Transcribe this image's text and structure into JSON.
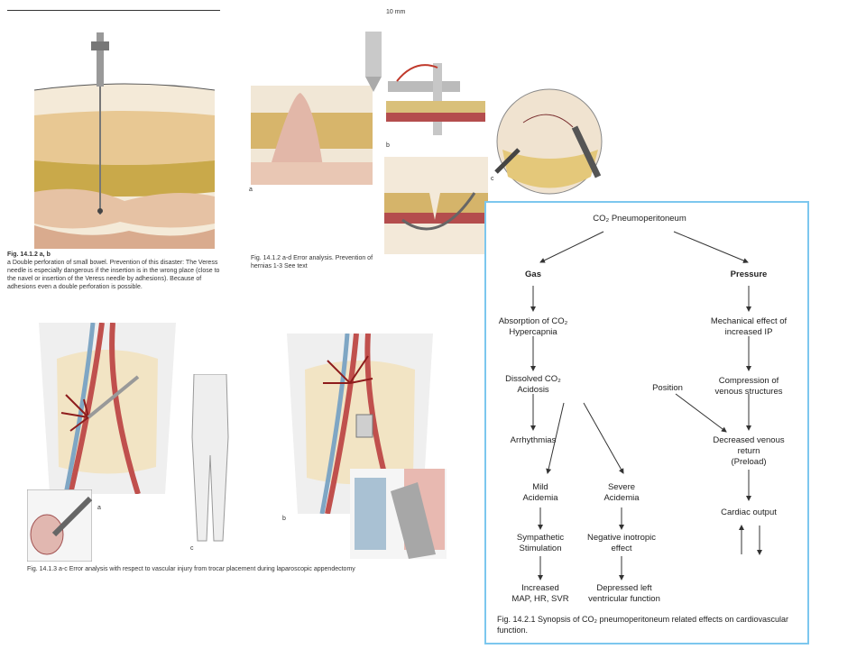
{
  "fig1": {
    "caption_title": "Fig. 14.1.2 a, b",
    "caption_body": "a Double perforation of small bowel. Prevention of this disaster: The Veress needle is especially dangerous if the insertion is in the wrong place (close to the navel or insertion of the Veress needle by adhesions). Because of adhesions even a double perforation is possible."
  },
  "fig2": {
    "label_a": "a",
    "label_b": "b",
    "label_c": "c",
    "measure": "10 mm",
    "caption": "Fig. 14.1.2 a-d  Error analysis. Prevention of hernias 1-3 See text"
  },
  "fig3": {
    "label_a": "a",
    "label_b": "b",
    "label_c": "c",
    "caption": "Fig. 14.1.3 a-c Error analysis with respect to vascular injury from trocar placement during laparoscopic appendectomy"
  },
  "flow": {
    "top": "CO₂ Pneumoperitoneum",
    "gas": "Gas",
    "pressure": "Pressure",
    "absorption_1": "Absorption of CO₂",
    "absorption_2": "Hypercapnia",
    "dissolved_1": "Dissolved CO₂",
    "dissolved_2": "Acidosis",
    "arrhythmias": "Arrhythmias",
    "mild_1": "Mild",
    "mild_2": "Acidemia",
    "severe_1": "Severe",
    "severe_2": "Acidemia",
    "sympathetic_1": "Sympathetic",
    "sympathetic_2": "Stimulation",
    "neg_1": "Negative inotropic",
    "neg_2": "effect",
    "increased_1": "Increased",
    "increased_2": "MAP, HR, SVR",
    "depressed_1": "Depressed left",
    "depressed_2": "ventricular function",
    "mech_1": "Mechanical effect of",
    "mech_2": "increased IP",
    "comp_1": "Compression of",
    "comp_2": "venous structures",
    "position": "Position",
    "decreased_1": "Decreased venous",
    "decreased_2": "return",
    "decreased_3": "(Preload)",
    "cardiac": "Cardiac output",
    "caption": "Fig. 14.2.1   Synopsis of CO₂ pneumoperitoneum related effects on cardiovascular function."
  }
}
